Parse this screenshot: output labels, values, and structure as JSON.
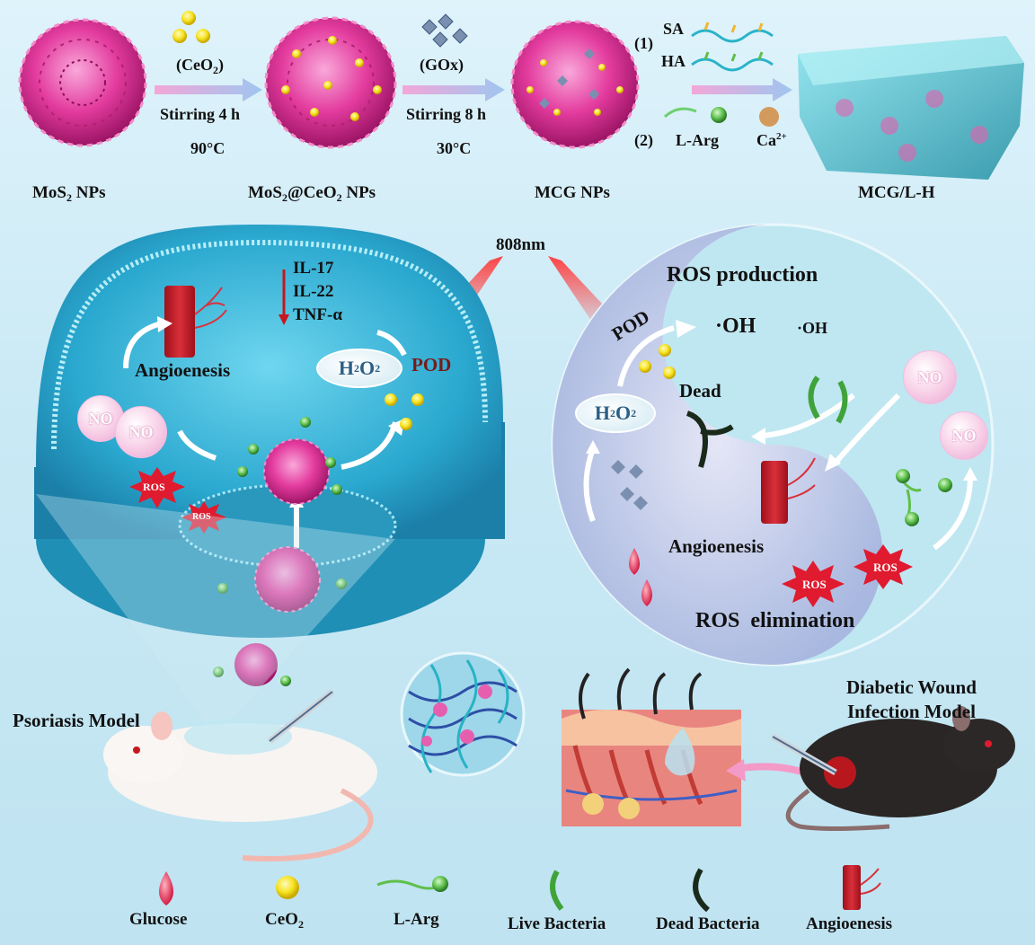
{
  "synthesis": {
    "step1": {
      "reagent": "(CeO",
      "reagent_sub": "2",
      "reagent_close": ")",
      "time": "Stirring 4 h",
      "temp": "90°C"
    },
    "step2": {
      "reagent": "(GOx)",
      "time": "Stirring 8 h",
      "temp": "30°C"
    },
    "step3": {
      "n1": "(1)",
      "sa": "SA",
      "ha": "HA",
      "n2": "(2)",
      "larg": "L-Arg",
      "ca": "Ca",
      "ca_sup": "2+"
    },
    "products": {
      "mos2": {
        "pre": "MoS",
        "sub": "2",
        "post": " NPs"
      },
      "mos2ceo2": {
        "pre": "MoS",
        "sub1": "2",
        "mid": "@CeO",
        "sub2": "2",
        "post": " NPs"
      },
      "mcg": "MCG NPs",
      "mcglh": "MCG/L-H"
    }
  },
  "laser": "808nm",
  "psoriasis_cell": {
    "cytokines": [
      "IL-17",
      "IL-22",
      "TNF-α"
    ],
    "angio": "Angioenesis",
    "h2o2": {
      "pre": "H",
      "sub1": "2",
      "mid": "O",
      "sub2": "2"
    },
    "pod": "POD",
    "no": "NO",
    "ros": "ROS"
  },
  "wound_circle": {
    "ros_production": "ROS production",
    "oh": "·OH",
    "pod": "POD",
    "dead": "Dead",
    "h2o2": {
      "pre": "H",
      "sub1": "2",
      "mid": "O",
      "sub2": "2"
    },
    "angio": "Angioenesis",
    "no": "NO",
    "ros": "ROS",
    "ros_elimination": "ROS  elimination"
  },
  "models": {
    "psoriasis": "Psoriasis Model",
    "diabetic_line1": "Diabetic Wound",
    "diabetic_line2": "Infection Model"
  },
  "legend": {
    "glucose": "Glucose",
    "ceo2": {
      "pre": "CeO",
      "sub": "2"
    },
    "larg": "L-Arg",
    "live": "Live Bacteria",
    "dead": "Dead Bacteria",
    "angio": "Angioenesis"
  },
  "colors": {
    "nanoflower": "#e0389a",
    "ceo2": "#f4e21b",
    "cell": "#3ba9c8",
    "arrow": "#c9a6e0",
    "ros": "#e01b2f",
    "vessel": "#c81e2a"
  }
}
